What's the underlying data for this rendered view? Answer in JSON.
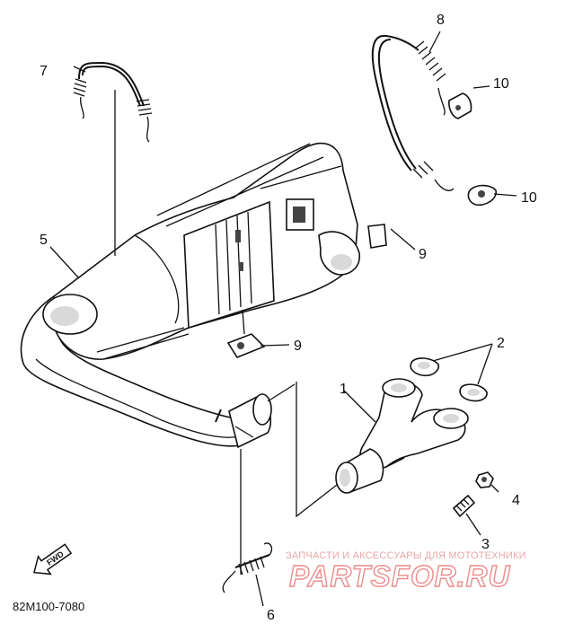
{
  "diagram": {
    "code": "82M100-7080",
    "callouts": [
      "1",
      "2",
      "3",
      "4",
      "5",
      "6",
      "7",
      "8",
      "9",
      "9",
      "10",
      "10"
    ],
    "fwd_label": "FWD"
  },
  "watermark": {
    "tagline": "ЗАПЧАСТИ И АКСЕССУАРЫ ДЛЯ МОТОТЕХНИКИ",
    "logo": "PARTSFOR.RU"
  }
}
